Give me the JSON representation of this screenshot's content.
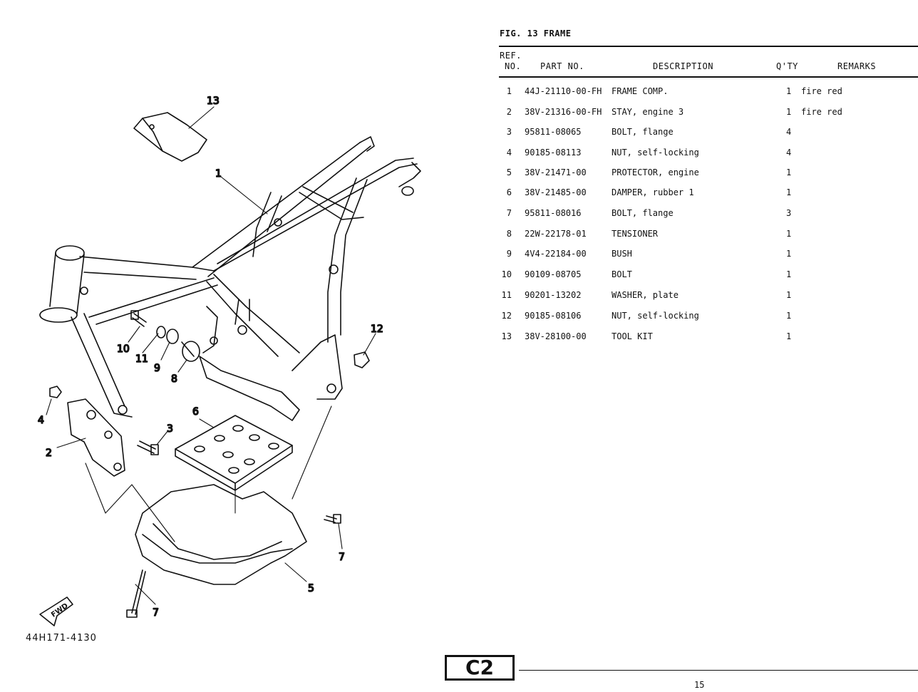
{
  "figure": {
    "title": "FIG. 13  FRAME",
    "diagram_code": "44H171-4130",
    "fwd_label": "FWD",
    "callouts": [
      "1",
      "2",
      "3",
      "4",
      "5",
      "6",
      "7",
      "7",
      "8",
      "9",
      "10",
      "11",
      "12",
      "13"
    ]
  },
  "table": {
    "headers": {
      "ref_line1": "REF.",
      "ref_line2": "NO.",
      "part_no": "PART NO.",
      "description": "DESCRIPTION",
      "qty": "Q'TY",
      "remarks": "REMARKS"
    },
    "rows": [
      {
        "ref": "1",
        "part_no": "44J-21110-00-FH",
        "description": "FRAME COMP.",
        "qty": "1",
        "remarks": "fire red"
      },
      {
        "ref": "2",
        "part_no": "38V-21316-00-FH",
        "description": "STAY, engine 3",
        "qty": "1",
        "remarks": "fire red"
      },
      {
        "ref": "3",
        "part_no": "95811-08065",
        "description": "BOLT, flange",
        "qty": "4",
        "remarks": ""
      },
      {
        "ref": "4",
        "part_no": "90185-08113",
        "description": "NUT, self-locking",
        "qty": "4",
        "remarks": ""
      },
      {
        "ref": "5",
        "part_no": "38V-21471-00",
        "description": "PROTECTOR, engine",
        "qty": "1",
        "remarks": ""
      },
      {
        "ref": "6",
        "part_no": "38V-21485-00",
        "description": "DAMPER, rubber 1",
        "qty": "1",
        "remarks": ""
      },
      {
        "ref": "7",
        "part_no": "95811-08016",
        "description": "BOLT, flange",
        "qty": "3",
        "remarks": ""
      },
      {
        "ref": "8",
        "part_no": "22W-22178-01",
        "description": "TENSIONER",
        "qty": "1",
        "remarks": ""
      },
      {
        "ref": "9",
        "part_no": "4V4-22184-00",
        "description": "BUSH",
        "qty": "1",
        "remarks": ""
      },
      {
        "ref": "10",
        "part_no": "90109-08705",
        "description": "BOLT",
        "qty": "1",
        "remarks": ""
      },
      {
        "ref": "11",
        "part_no": "90201-13202",
        "description": "WASHER, plate",
        "qty": "1",
        "remarks": ""
      },
      {
        "ref": "12",
        "part_no": "90185-08106",
        "description": "NUT, self-locking",
        "qty": "1",
        "remarks": ""
      },
      {
        "ref": "13",
        "part_no": "38V-28100-00",
        "description": "TOOL KIT",
        "qty": "1",
        "remarks": ""
      }
    ]
  },
  "footer": {
    "section_code": "C2",
    "page_number": "15"
  }
}
